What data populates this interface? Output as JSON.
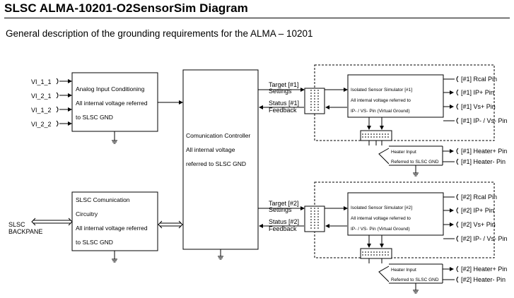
{
  "title": "SLSC ALMA-10201-O2SensorSim Diagram",
  "subtitle": "General description of the grounding requirements for the ALMA – 10201",
  "inputs": [
    "VI_1_1",
    "VI_2_1",
    "VI_1_2",
    "VI_2_2"
  ],
  "analog_block": {
    "line1": "Analog Input Conditioning",
    "line2": "All internal voltage referred",
    "line3": "to SLSC GND"
  },
  "comm_block": {
    "line1": "SLSC Comunication",
    "line2": "Circuitry",
    "line3": "All internal voltage referred",
    "line4": "to SLSC GND"
  },
  "backplane": {
    "line1": "SLSC",
    "line2": "BACKPANE"
  },
  "controller": {
    "line1": "Comunication Controller",
    "line2": "All internal voltage",
    "line3": "referred to SLSC GND"
  },
  "channels": [
    {
      "target": "Target [#1]",
      "settings": "Settings",
      "status": "Status [#1]",
      "feedback": "Feedback",
      "sim_line1": "Isolated Sensor Simulator [#1]",
      "sim_line2": "All internal voltage referred to",
      "sim_line3": "IP- / VS- Pin (Virtual Ground)",
      "heater_line1": "Heater Input",
      "heater_line2": "Referred to SLSC GND",
      "pins": [
        "[#1] Rcal Pin",
        "[#1] IP+ Pin",
        "[#1] Vs+ Pin",
        "[#1] IP- / Vs- Pin"
      ],
      "heater_pins": [
        "[#1] Heater+ Pin",
        "[#1] Heater- Pin"
      ]
    },
    {
      "target": "Target [#2]",
      "settings": "Settings",
      "status": "Status [#2]",
      "feedback": "Feedback",
      "sim_line1": "Isolated Sensor Simulator [#2]",
      "sim_line2": "All internal voltage referred to",
      "sim_line3": "IP- / VS- Pin (Virtual Ground)",
      "heater_line1": "Heater Input",
      "heater_line2": "Referred to SLSC GND",
      "pins": [
        "[#2] Rcal Pin",
        "[#2] IP+ Pin",
        "[#2] Vs+ Pin",
        "[#2] IP- / Vs- Pin"
      ],
      "heater_pins": [
        "[#2] Heater+ Pin",
        "[#2] Heater- Pin"
      ]
    }
  ]
}
